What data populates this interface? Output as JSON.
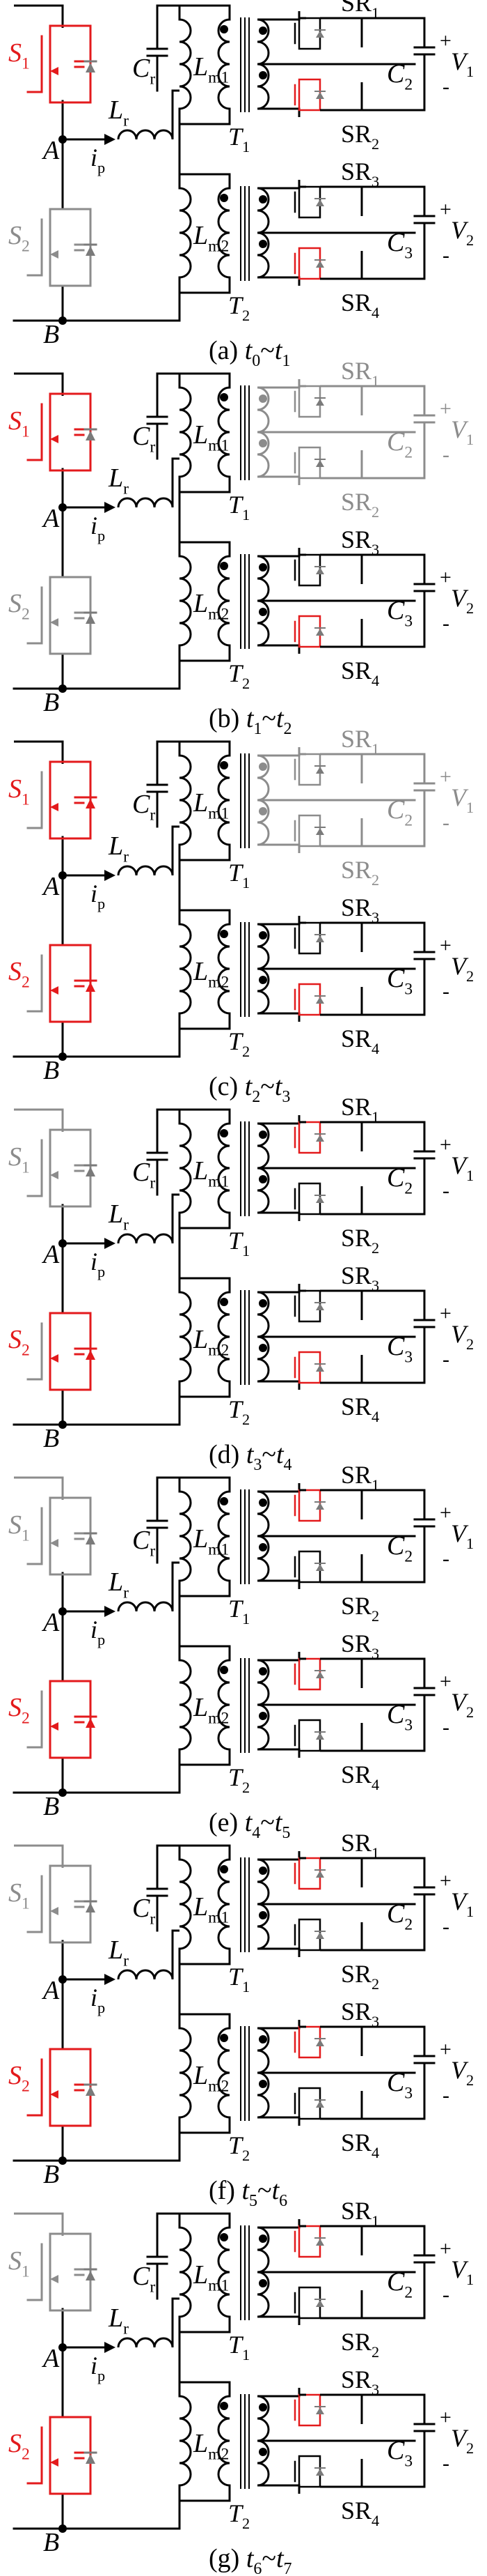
{
  "labels": {
    "S1": "S",
    "S1_sub": "1",
    "S2": "S",
    "S2_sub": "2",
    "Cr": "C",
    "Cr_sub": "r",
    "Lr": "L",
    "Lr_sub": "r",
    "Lm1": "L",
    "Lm1_sub": "m1",
    "Lm2": "L",
    "Lm2_sub": "m2",
    "T1": "T",
    "T1_sub": "1",
    "T2": "T",
    "T2_sub": "2",
    "SR1": "SR",
    "SR1_sub": "1",
    "SR2": "SR",
    "SR2_sub": "2",
    "SR3": "SR",
    "SR3_sub": "3",
    "SR4": "SR",
    "SR4_sub": "4",
    "C2": "C",
    "C2_sub": "2",
    "C3": "C",
    "C3_sub": "3",
    "V1": "V",
    "V1_sub": "1",
    "V2": "V",
    "V2_sub": "2",
    "A": "A",
    "B": "B",
    "ip": "i",
    "ip_sub": "p",
    "plus": "+",
    "minus": "-"
  },
  "stages": [
    {
      "caption_prefix": "(a) ",
      "t_from": "0",
      "t_to": "1"
    },
    {
      "caption_prefix": "(b) ",
      "t_from": "1",
      "t_to": "2"
    },
    {
      "caption_prefix": "(c) ",
      "t_from": "2",
      "t_to": "3"
    },
    {
      "caption_prefix": "(d) ",
      "t_from": "3",
      "t_to": "4"
    },
    {
      "caption_prefix": "(e) ",
      "t_from": "4",
      "t_to": "5"
    },
    {
      "caption_prefix": "(f) ",
      "t_from": "5",
      "t_to": "6"
    },
    {
      "caption_prefix": "(g) ",
      "t_from": "6",
      "t_to": "7"
    }
  ],
  "caption_t": "t",
  "caption_sep": "~",
  "colors": {
    "active": "#000000",
    "inactive": "#8c8c8c",
    "highlight": "#e31a1c",
    "device": "#7a7a7a"
  },
  "states": [
    {
      "s1": "on",
      "s2": "off",
      "sec1": "active",
      "sec2": "active",
      "sr1": "off",
      "sr2": "on",
      "sr3": "off",
      "sr4": "on"
    },
    {
      "s1": "on",
      "s2": "off",
      "sec1": "inactive",
      "sec2": "active",
      "sr1": "off",
      "sr2": "off",
      "sr3": "off",
      "sr4": "on"
    },
    {
      "s1": "diode",
      "s2": "diode",
      "sec1": "inactive",
      "sec2": "active",
      "sr1": "off",
      "sr2": "off",
      "sr3": "off",
      "sr4": "on"
    },
    {
      "s1": "off",
      "s2": "diode",
      "sec1": "active",
      "sec2": "active",
      "sr1": "on",
      "sr2": "off",
      "sr3": "off",
      "sr4": "on"
    },
    {
      "s1": "off",
      "s2": "diode",
      "sec1": "active",
      "sec2": "active",
      "sr1": "on",
      "sr2": "off",
      "sr3": "on",
      "sr4": "off"
    },
    {
      "s1": "off",
      "s2": "on",
      "sec1": "active",
      "sec2": "active",
      "sr1": "on",
      "sr2": "off",
      "sr3": "on",
      "sr4": "off"
    },
    {
      "s1": "off",
      "s2": "on",
      "sec1": "active",
      "sec2": "active",
      "sr1": "on",
      "sr2": "off",
      "sr3": "on",
      "sr4": "off"
    }
  ]
}
